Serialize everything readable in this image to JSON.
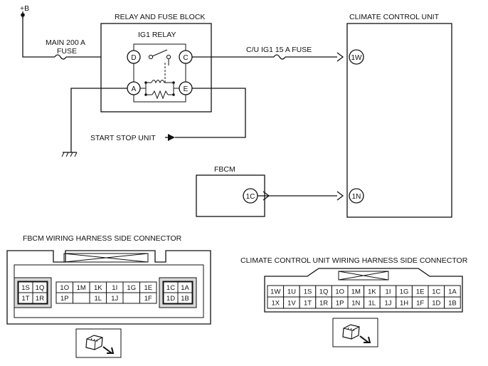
{
  "power": {
    "supply": "+B"
  },
  "fuses": {
    "main_line1": "MAIN 200 A",
    "main_line2": "FUSE",
    "cu_ig1": "C/U IG1 15 A FUSE"
  },
  "relay_block": {
    "title": "RELAY AND FUSE BLOCK",
    "relay": "IG1 RELAY",
    "terminals": {
      "d": "D",
      "c": "C",
      "a": "A",
      "e": "E"
    }
  },
  "climate_control_unit": {
    "title": "CLIMATE CONTROL UNIT",
    "pin_1w": "1W",
    "pin_1n": "1N"
  },
  "start_stop_unit": {
    "label": "START STOP UNIT"
  },
  "fbcm": {
    "title": "FBCM",
    "pin_1c": "1C"
  },
  "fbcm_connector": {
    "title": "FBCM WIRING HARNESS SIDE CONNECTOR",
    "left_block": [
      [
        "1S",
        "1Q"
      ],
      [
        "1T",
        "1R"
      ]
    ],
    "middle_top": [
      "1O",
      "1M",
      "1K",
      "1I",
      "1G",
      "1E"
    ],
    "middle_bottom": [
      "1P",
      "1L",
      "1J",
      "1F"
    ],
    "right_block": [
      [
        "1C",
        "1A"
      ],
      [
        "1D",
        "1B"
      ]
    ]
  },
  "cu_connector": {
    "title": "CLIMATE CONTROL UNIT WIRING HARNESS SIDE CONNECTOR",
    "top_row": [
      "1W",
      "1U",
      "1S",
      "1Q",
      "1O",
      "1M",
      "1K",
      "1I",
      "1G",
      "1E",
      "1C",
      "1A"
    ],
    "bottom_row": [
      "1X",
      "1V",
      "1T",
      "1R",
      "1P",
      "1N",
      "1L",
      "1J",
      "1H",
      "1F",
      "1D",
      "1B"
    ]
  }
}
